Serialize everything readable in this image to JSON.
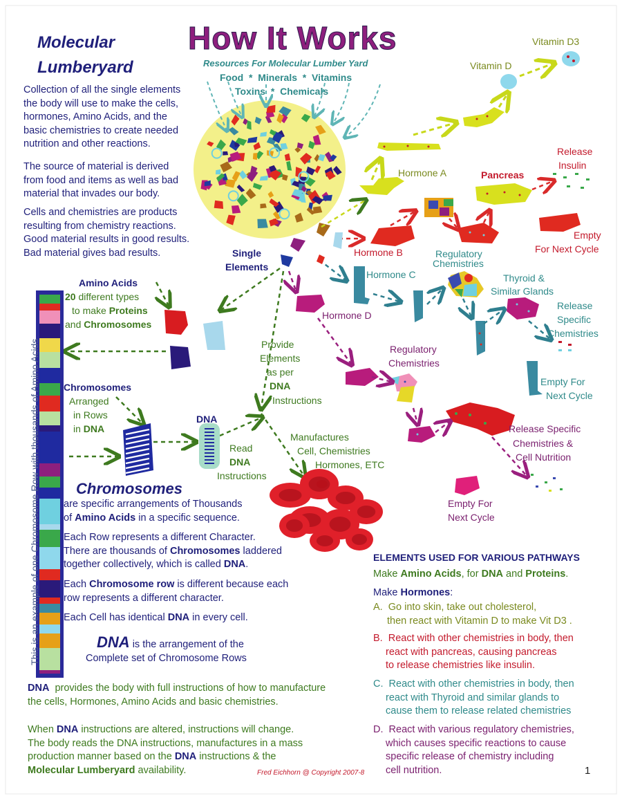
{
  "header": {
    "title": "How It Works",
    "resources_label": "Resources For Molecular Lumber Yard",
    "resources_line1": "Food  *  Minerals  *  Vitamins",
    "resources_line2": "Toxins  *  Chemicals"
  },
  "lumberyard": {
    "title1": "Molecular",
    "title2": "Lumberyard",
    "p1": [
      "Collection of all the single elements",
      "the body will use to make the cells,",
      "hormones,  Amino Acids, and the",
      "basic chemistries to create needed",
      "nutrition and other reactions."
    ],
    "p2": [
      "The source of material is derived",
      "from food and items as well as bad",
      "material that invades our body."
    ],
    "p3": [
      "Cells and chemistries are products",
      "resulting from chemistry reactions.",
      "Good material results in good results.",
      "Bad material gives bad results."
    ]
  },
  "vertical_caption": "This is an example of one Chromosome Row with thousands of Amino Acids",
  "labels": {
    "vitamin_d3": "Vitamin D3",
    "vitamin_d": "Vitamin D",
    "release_insulin_1": "Release",
    "release_insulin_2": "Insulin",
    "hormone_a": "Hormone A",
    "pancreas": "Pancreas",
    "empty1_1": "Empty",
    "empty1_2": "For Next Cycle",
    "single_1": "Single",
    "single_2": "Elements",
    "hormone_b": "Hormone B",
    "reg1_1": "Regulatory",
    "reg1_2": "Chemistries",
    "hormone_c": "Hormone C",
    "thyroid_1": "Thyroid &",
    "thyroid_2": "Similar Glands",
    "rel_spec_1": "Release",
    "rel_spec_2": "Specific",
    "rel_spec_3": "Chemistries",
    "hormone_d": "Hormone D",
    "amino_1": "Amino Acids",
    "amino_2a": "20",
    "amino_2b": " different types",
    "amino_3": "to make ",
    "amino_3b": "Proteins",
    "amino_4a": "and ",
    "amino_4b": "Chromosomes",
    "provide_1": "Provide",
    "provide_2": "Elements",
    "provide_3": "as per",
    "provide_4": "DNA",
    "provide_5": "Instructions",
    "reg2_1": "Regulatory",
    "reg2_2": "Chemistries",
    "empty2_1": "Empty For",
    "empty2_2": "Next Cycle",
    "chrom_1": "Chromosomes",
    "chrom_2": "Arranged",
    "chrom_3": "in Rows",
    "chrom_4a": "in ",
    "chrom_4b": "DNA",
    "dna": "DNA",
    "manu_1": "Manufactures",
    "manu_2": "Cell, Chemistries",
    "manu_3": "Hormones, ETC",
    "read_1": "Read",
    "read_2": "DNA",
    "read_3": "Instructions",
    "rel_cell_1": "Release  Specific",
    "rel_cell_2": "Chemistries &",
    "rel_cell_3": "Cell Nutrition",
    "empty3_1": "Empty For",
    "empty3_2": "Next Cycle"
  },
  "chromosomes_section": {
    "heading": "Chromosomes",
    "l1": "are specific arrangements of Thousands",
    "l2a": "of ",
    "l2b": "Amino Acids",
    "l2c": " in a specific sequence.",
    "l3": "Each Row represents a different Character.",
    "l4a": "There are thousands of ",
    "l4b": "Chromosomes",
    "l4c": " laddered",
    "l5a": "together collectively, which is called ",
    "l5b": "DNA",
    "l5c": ".",
    "l6a": "Each ",
    "l6b": "Chromosome row",
    "l6c": " is different because each",
    "l7": "row represents a different character.",
    "l8a": "Each Cell has identical ",
    "l8b": "DNA",
    "l8c": " in every cell.",
    "dna_heading": "DNA",
    "dna_l1": " is the arrangement of the",
    "dna_l2": "Complete set of Chromosome  Rows"
  },
  "bottom_text": {
    "p1a": "DNA",
    "p1b": "  provides the body with full instructions of how to manufacture",
    "p1c": "the cells, Hormones, Amino Acids and basic chemistries.",
    "p2a": "When ",
    "p2b": "DNA",
    "p2c": " instructions are altered, instructions will change.",
    "p2d": "The body reads the DNA instructions, manufactures in a mass",
    "p2e": "production manner based on the ",
    "p2f": "DNA",
    "p2g": " instructions & the",
    "p2h": "Molecular Lumberyard",
    "p2i": " availability.",
    "copyright": "Fred Eichhorn @ Copyright 2007-8",
    "page_number": "1"
  },
  "pathways": {
    "heading": "ELEMENTS USED FOR VARIOUS PATHWAYS",
    "make_a1": "Make ",
    "make_a2": "Amino Acids",
    "make_a3": ", for ",
    "make_a4": "DNA",
    "make_a5": " and ",
    "make_a6": "Proteins",
    "make_a7": ".",
    "make_h1": "Make ",
    "make_h2": "Hormones",
    "make_h3": ":",
    "a1": "A.  Go into skin, take out cholesterol,",
    "a2": "then react with Vitamin D to make Vit  D3 .",
    "b1": "B.  React with other chemistries in body, then",
    "b2": "react with pancreas, causing pancreas",
    "b3": "to release chemistries like insulin.",
    "c1": "C.  React with other chemistries in body, then",
    "c2": "react with Thyroid and similar glands to",
    "c3": "cause them to release related chemistries",
    "d1": "D.  React with various regulatory chemistries,",
    "d2": "which causes specific reactions to cause",
    "d3": "specific release of chemistry including",
    "d4": "cell nutrition."
  },
  "colors": {
    "title": "#8e1f7e",
    "navy": "#1f1f7a",
    "green": "#3e7a1f",
    "teal": "#2f8a8a",
    "red": "#c31a2c",
    "purple": "#7a1f6e",
    "olive": "#7a8a1f"
  }
}
